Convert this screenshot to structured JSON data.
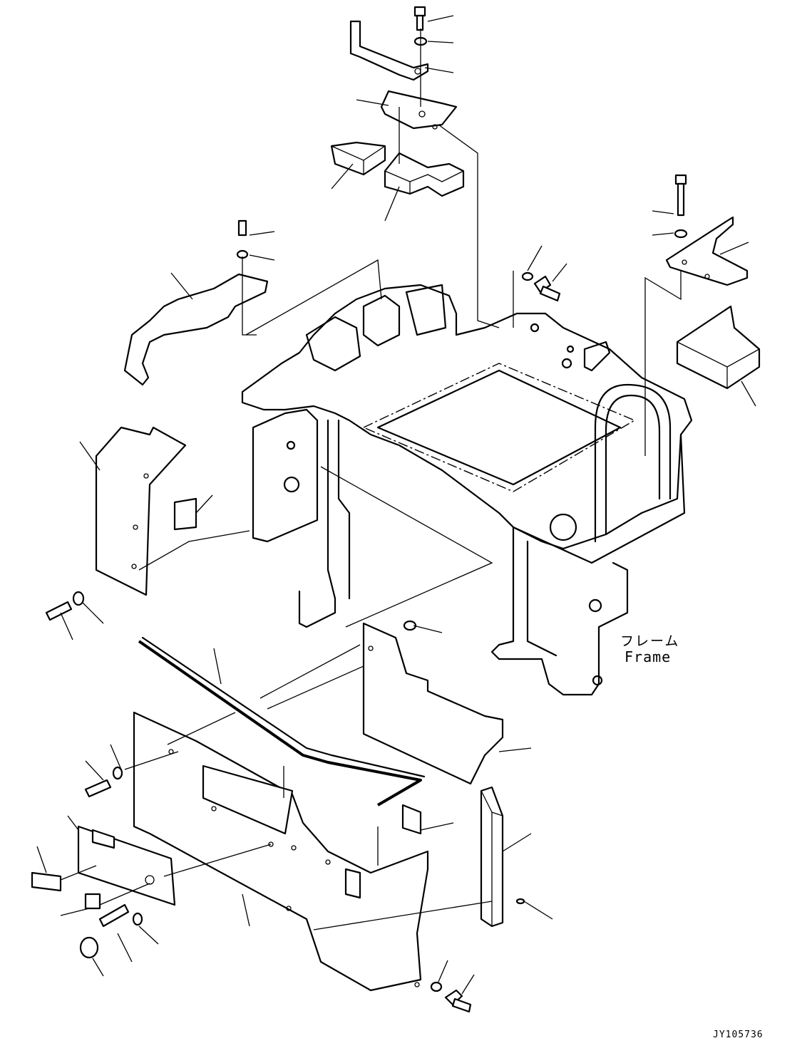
{
  "diagram": {
    "frame_label_ja": "フレーム",
    "frame_label_en": "Frame",
    "drawing_id": "JY105736"
  }
}
